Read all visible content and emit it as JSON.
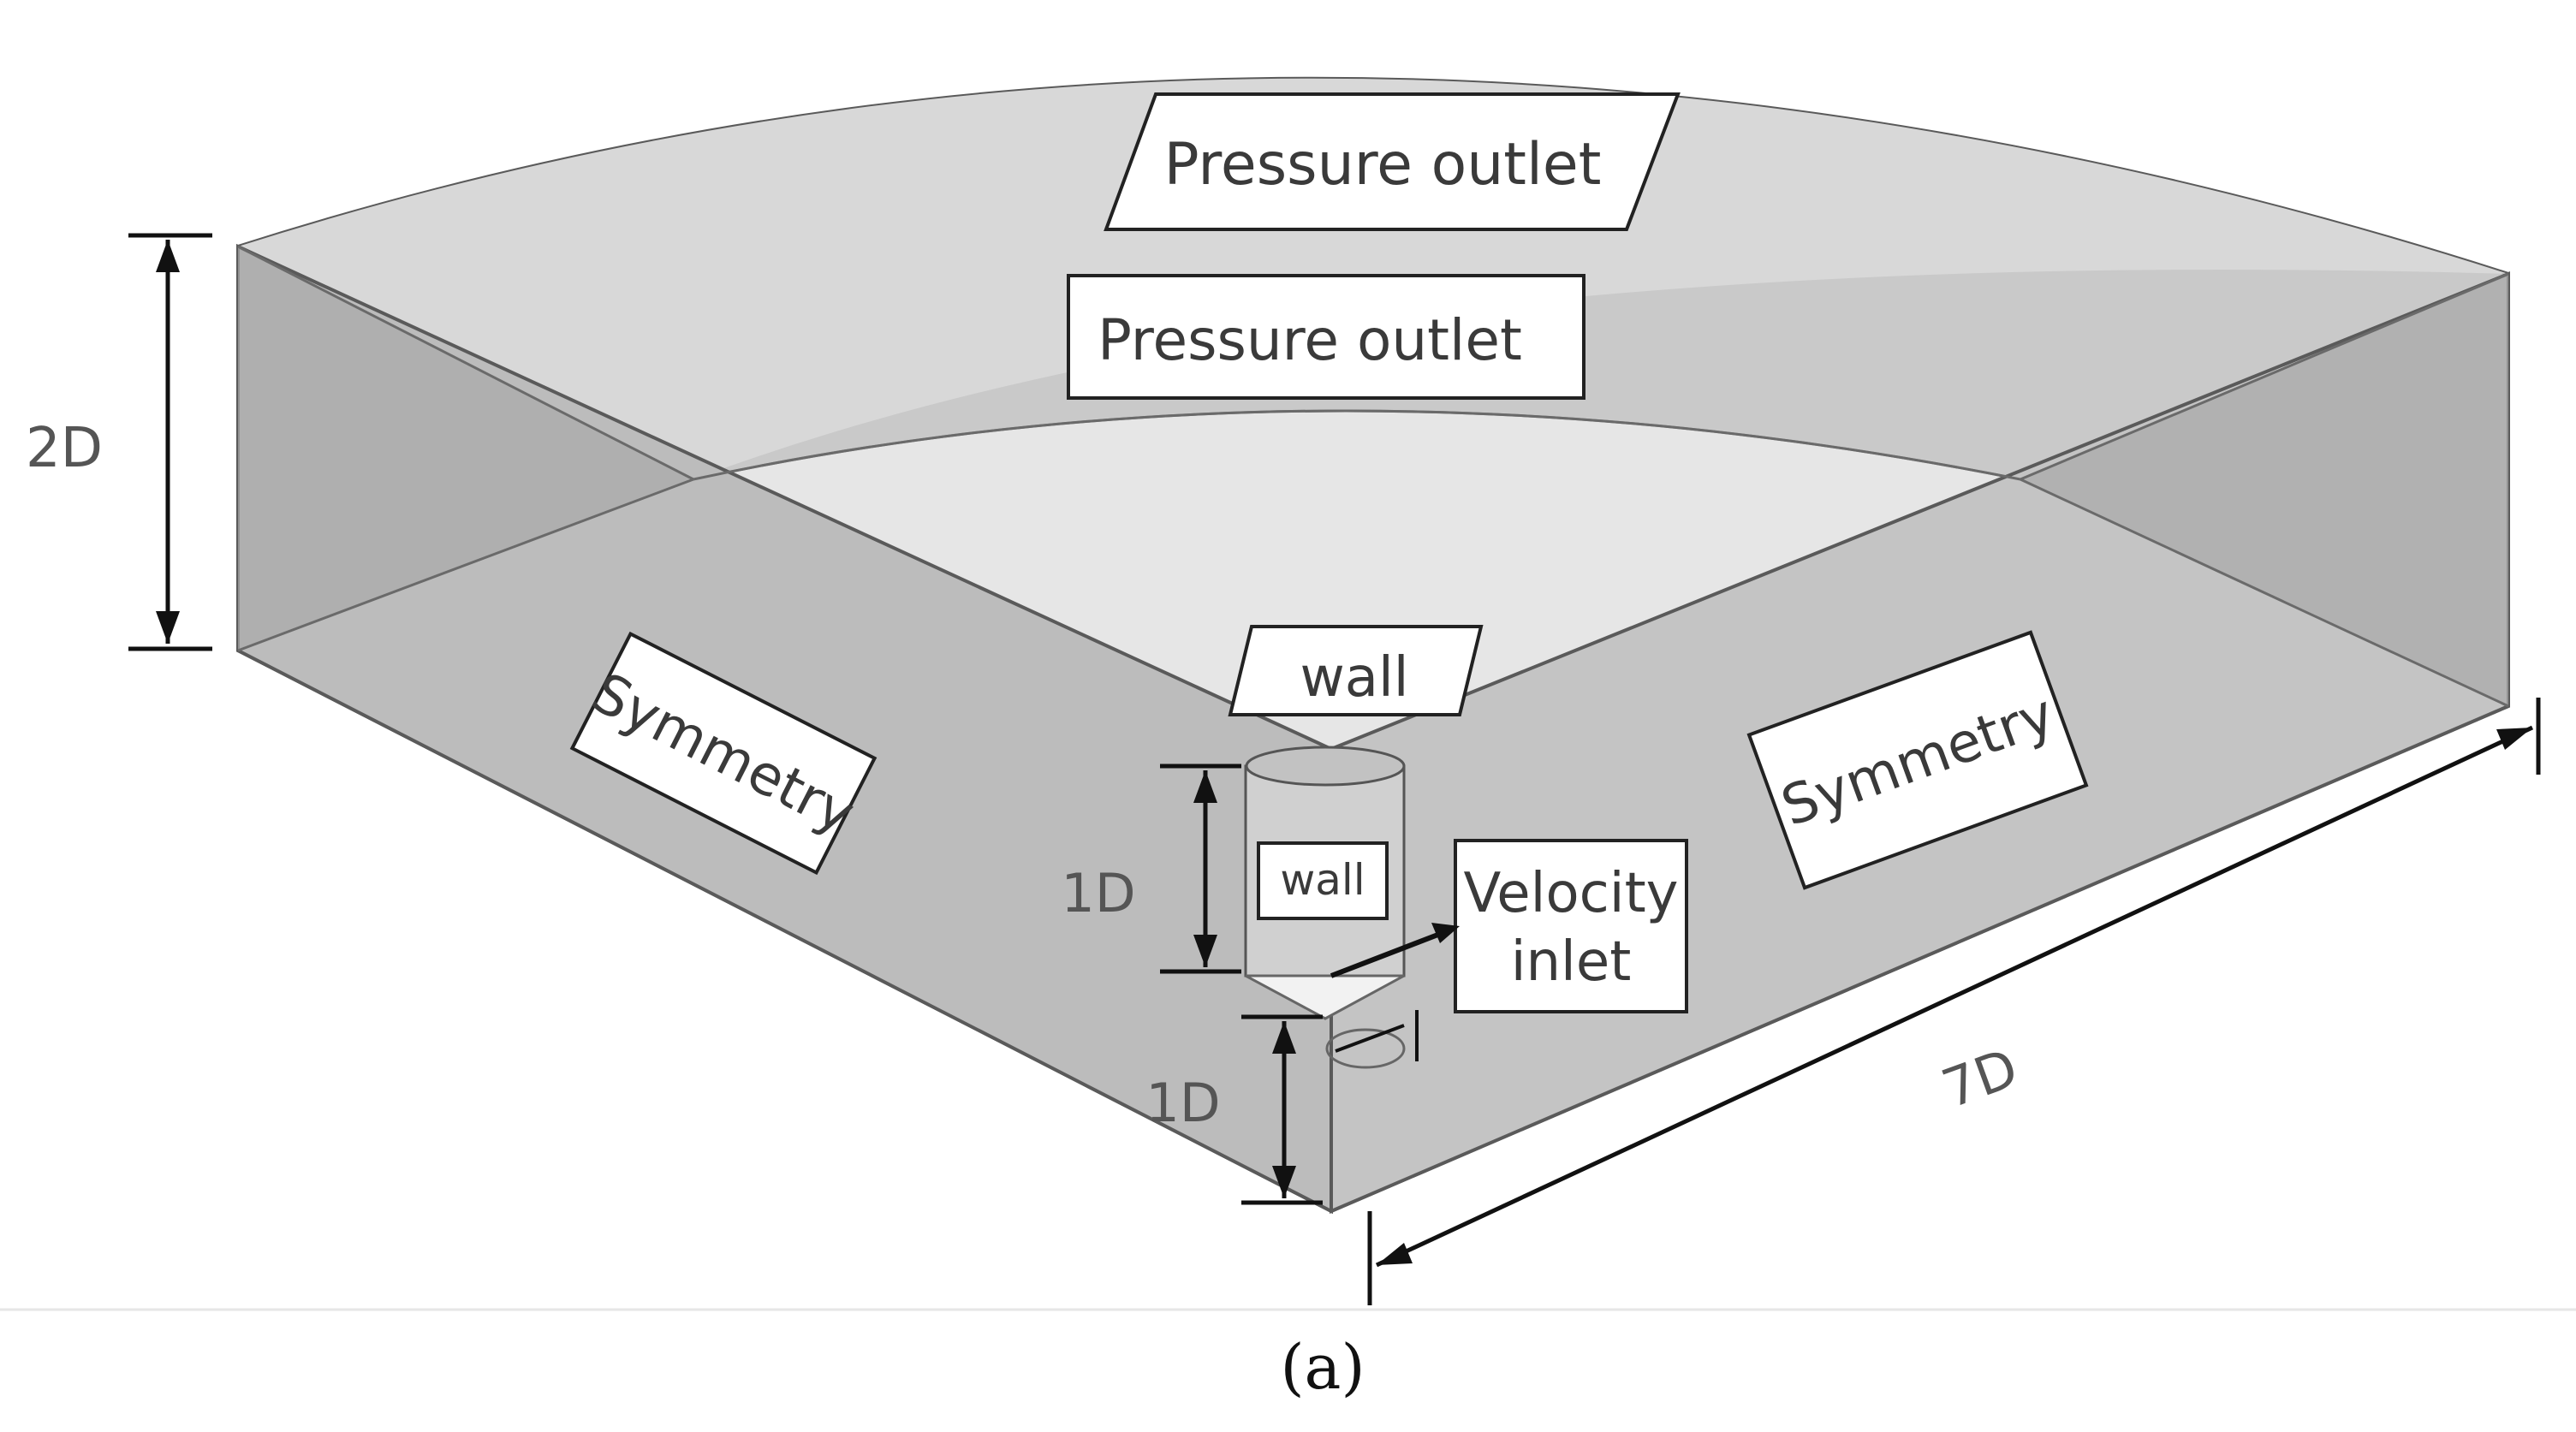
{
  "labels": {
    "pressure_outlet_top": "Pressure outlet",
    "pressure_outlet_side": "Pressure outlet",
    "wall_bottom": "wall",
    "wall_pipe": "wall",
    "symmetry_left": "Symmetry",
    "symmetry_right": "Symmetry",
    "velocity_inlet_line1": "Velocity",
    "velocity_inlet_line2": "inlet"
  },
  "dimensions": {
    "height": "2D",
    "pipe_height": "1D",
    "pipe_offset": "1D",
    "radius": "7D"
  },
  "caption": "(a)",
  "colors": {
    "top_face": "#d6d6d6",
    "inner_arc_face": "#e8e8e8",
    "left_face": "#bdbdbd",
    "right_face": "#c2c2c2",
    "edge": "#555555",
    "dimension_line": "#111111",
    "label_box": "#ffffff"
  }
}
